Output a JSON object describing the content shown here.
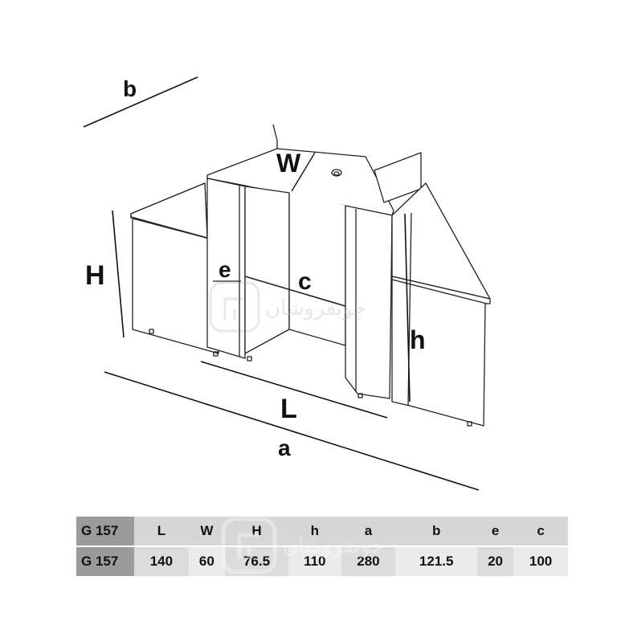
{
  "diagram": {
    "dimension_labels": {
      "b": "b",
      "W": "W",
      "H": "H",
      "e": "e",
      "c": "c",
      "h": "h",
      "L": "L",
      "a": "a"
    },
    "watermark_text": "چوبفروشان"
  },
  "spec_table": {
    "header": [
      "G 157",
      "L",
      "W",
      "H",
      "h",
      "a",
      "b",
      "e",
      "c"
    ],
    "values": [
      "G 157",
      "140",
      "60",
      "76.5",
      "110",
      "280",
      "121.5",
      "20",
      "100"
    ]
  }
}
